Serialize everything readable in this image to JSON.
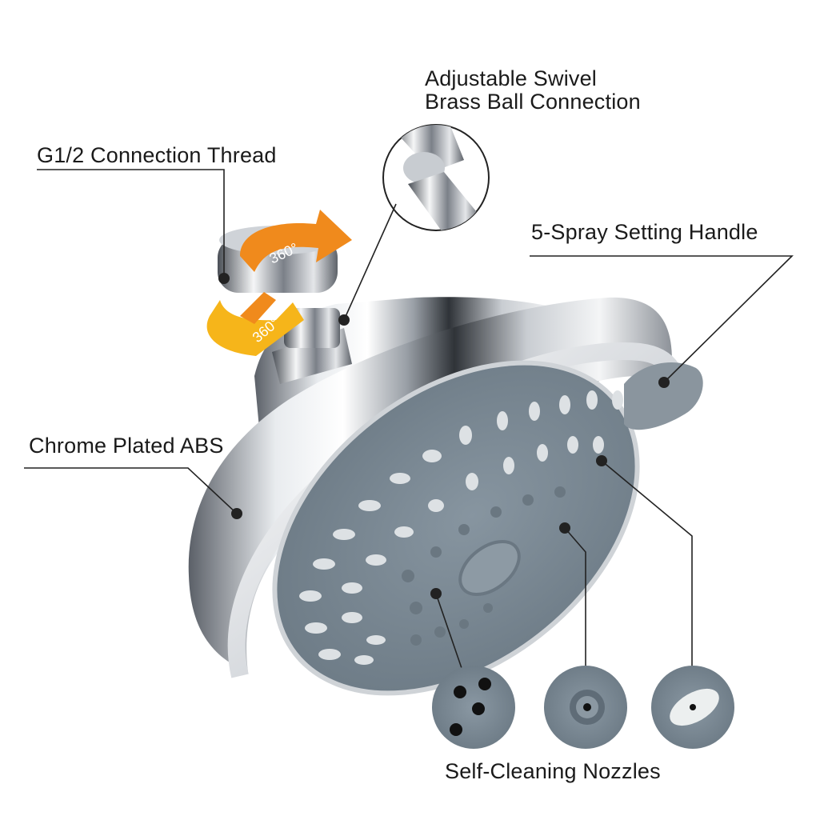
{
  "labels": {
    "connection_thread": "G1/2 Connection Thread",
    "swivel_line1": "Adjustable Swivel",
    "swivel_line2": "Brass Ball Connection",
    "spray_handle": "5-Spray Setting Handle",
    "chrome_abs": "Chrome Plated ABS",
    "self_cleaning": "Self-Cleaning Nozzles"
  },
  "rotation": {
    "upper_arrow": "360°",
    "lower_arrow": "360°"
  },
  "colors": {
    "chrome_light": "#f2f3f5",
    "chrome_dark": "#3b3f45",
    "nozzle_face": "#7d8b96",
    "nozzle_dot": "#d9dde0",
    "arrow_orange": "#f08a1c",
    "arrow_yellow": "#f6b51a",
    "leader_line": "#222222"
  },
  "icons": [
    "shower-head-illustration",
    "rotation-arrow-icon",
    "nozzle-closeup-icon"
  ]
}
